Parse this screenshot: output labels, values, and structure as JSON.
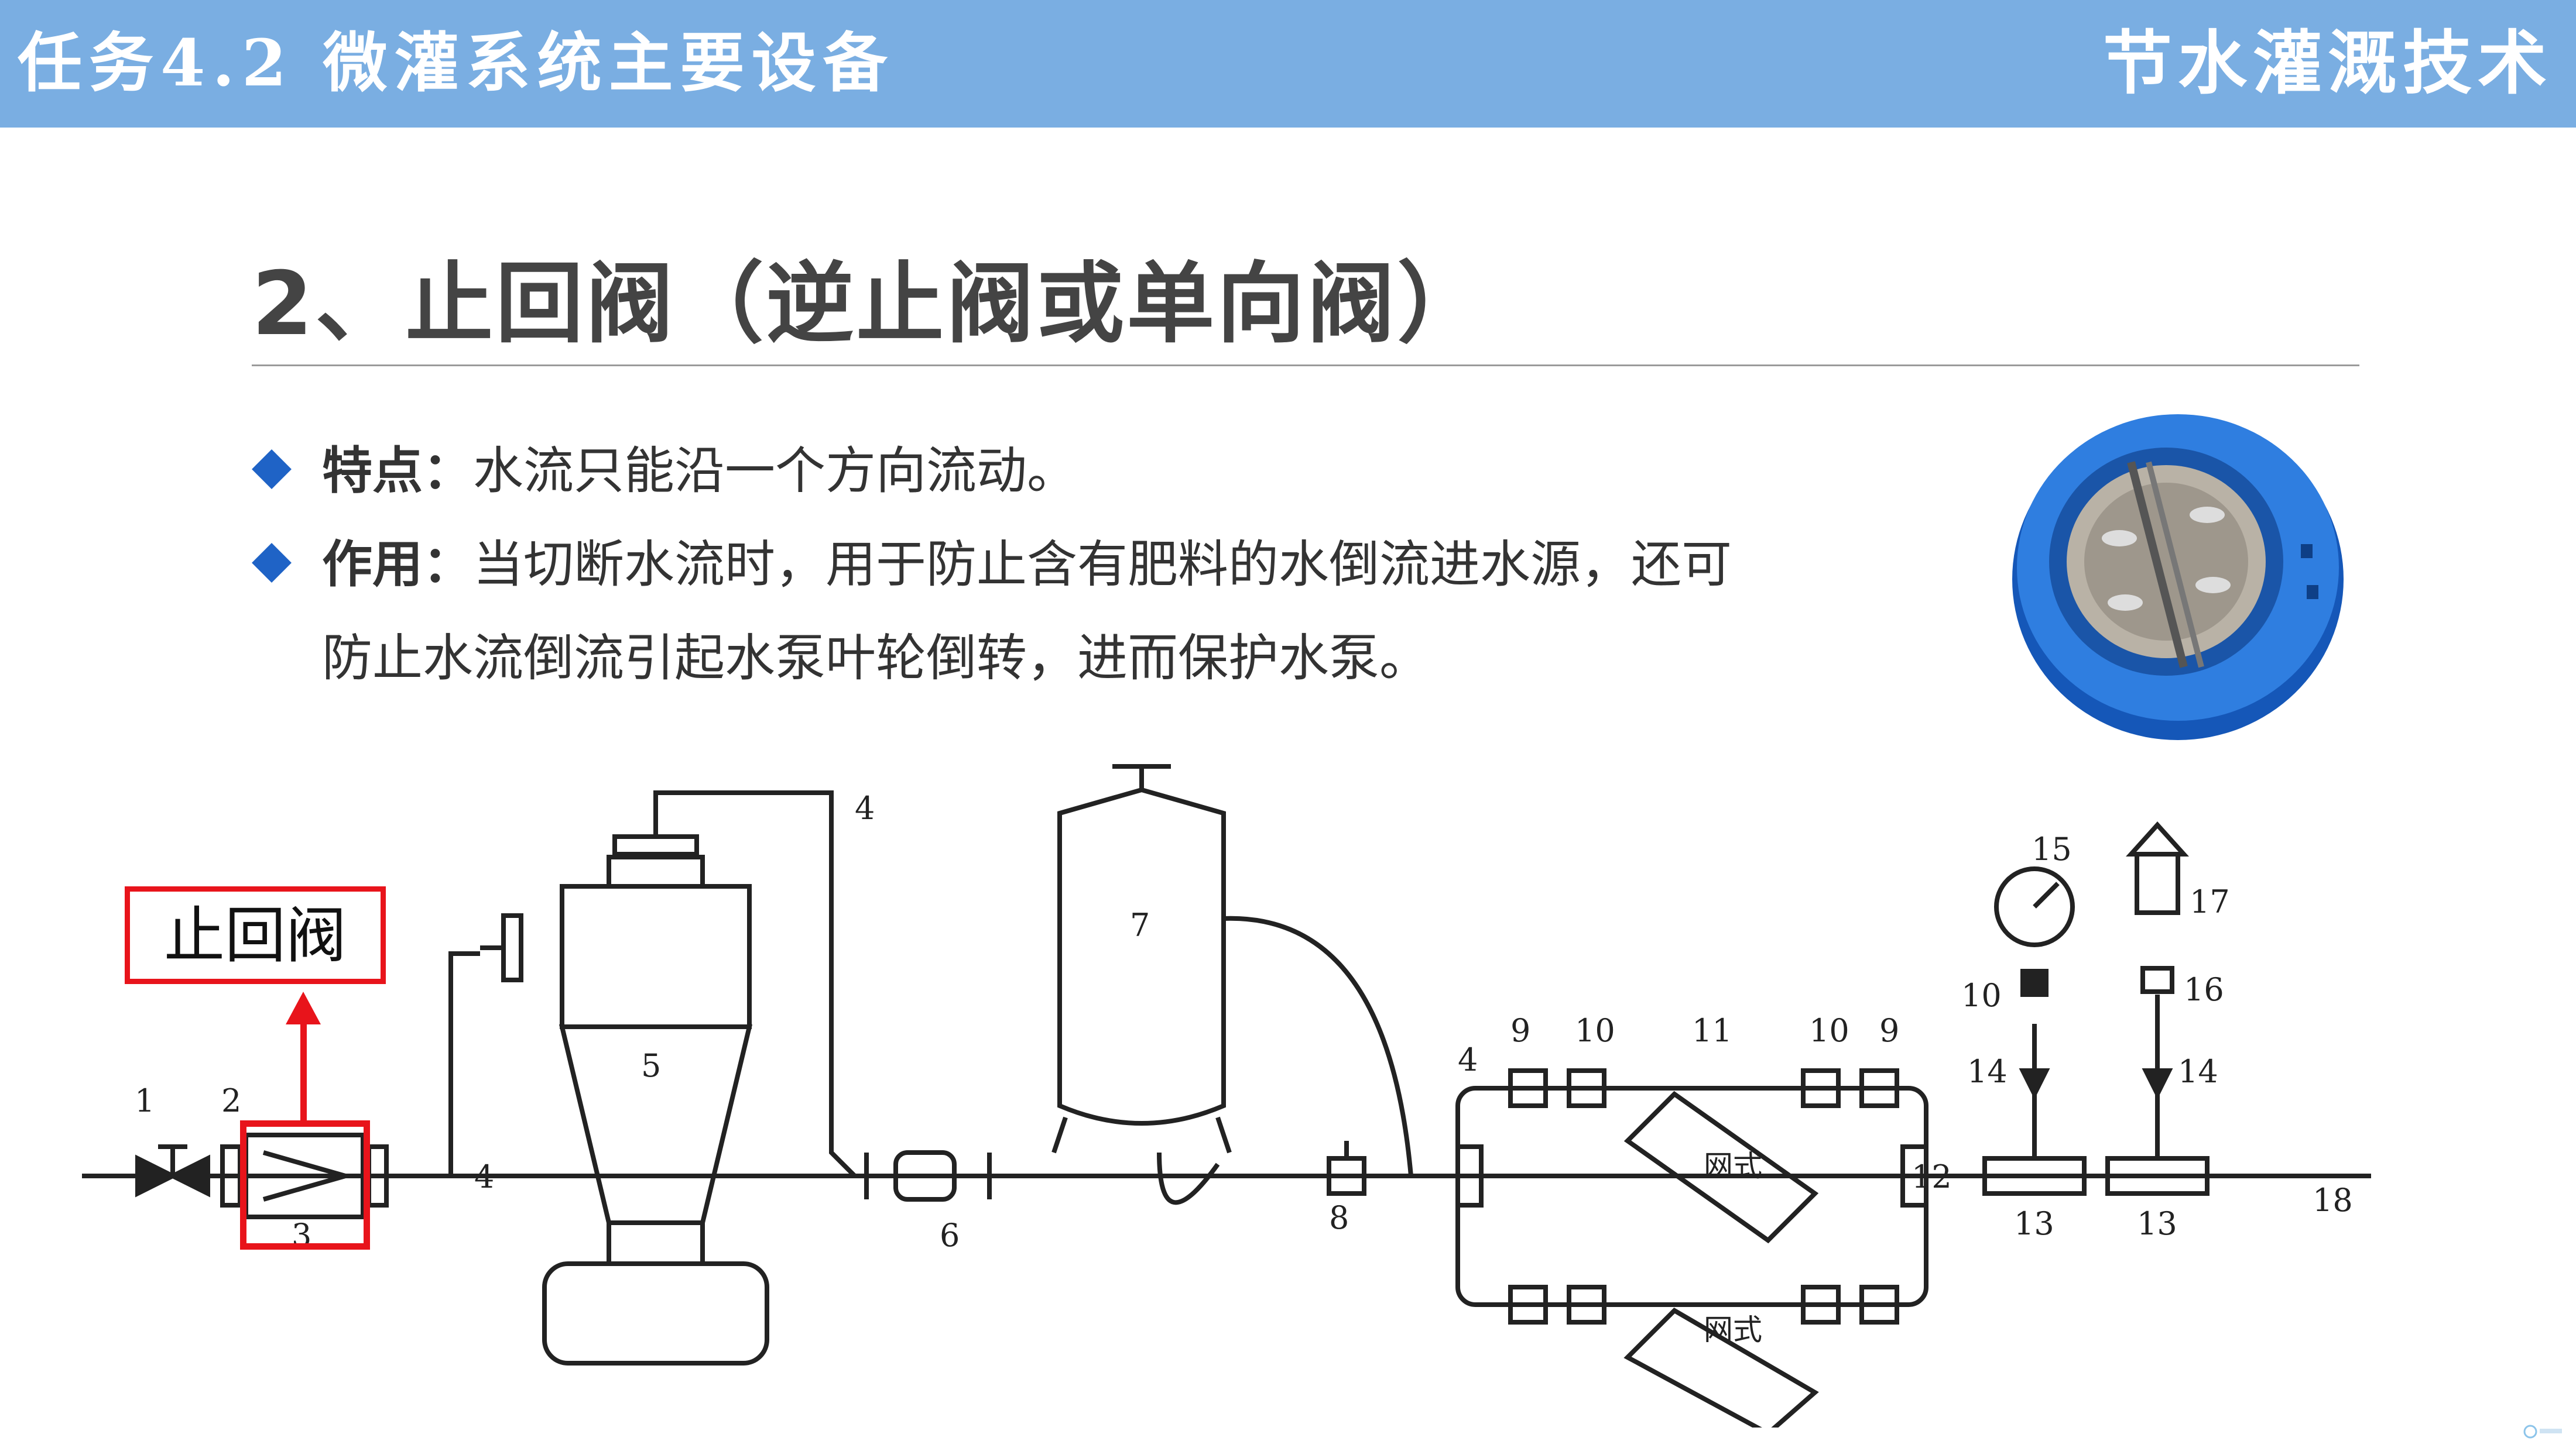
{
  "header": {
    "task_title": "任务4.2  微灌系统主要设备",
    "course_title": "节水灌溉技术"
  },
  "section": {
    "heading": "2、止回阀（逆止阀或单向阀）"
  },
  "bullets": [
    {
      "label": "特点：",
      "text": "水流只能沿一个方向流动。"
    },
    {
      "label": "作用：",
      "text": "当切断水流时，用于防止含有肥料的水倒流进水源，还可"
    }
  ],
  "bullet_continuation": "防止水流倒流引起水泵叶轮倒转，进而保护水泵。",
  "callout": {
    "text": "止回阀"
  },
  "diagram": {
    "numbers": [
      "1",
      "2",
      "3",
      "4",
      "4",
      "4",
      "5",
      "6",
      "7",
      "8",
      "9",
      "10",
      "11",
      "10",
      "9",
      "12",
      "13",
      "13",
      "14",
      "14",
      "15",
      "16",
      "17",
      "18",
      "10"
    ],
    "filter_label": "网式"
  },
  "colors": {
    "header_bg": "#7aaee2",
    "bullet": "#1f63c6",
    "highlight": "#e8141b"
  }
}
